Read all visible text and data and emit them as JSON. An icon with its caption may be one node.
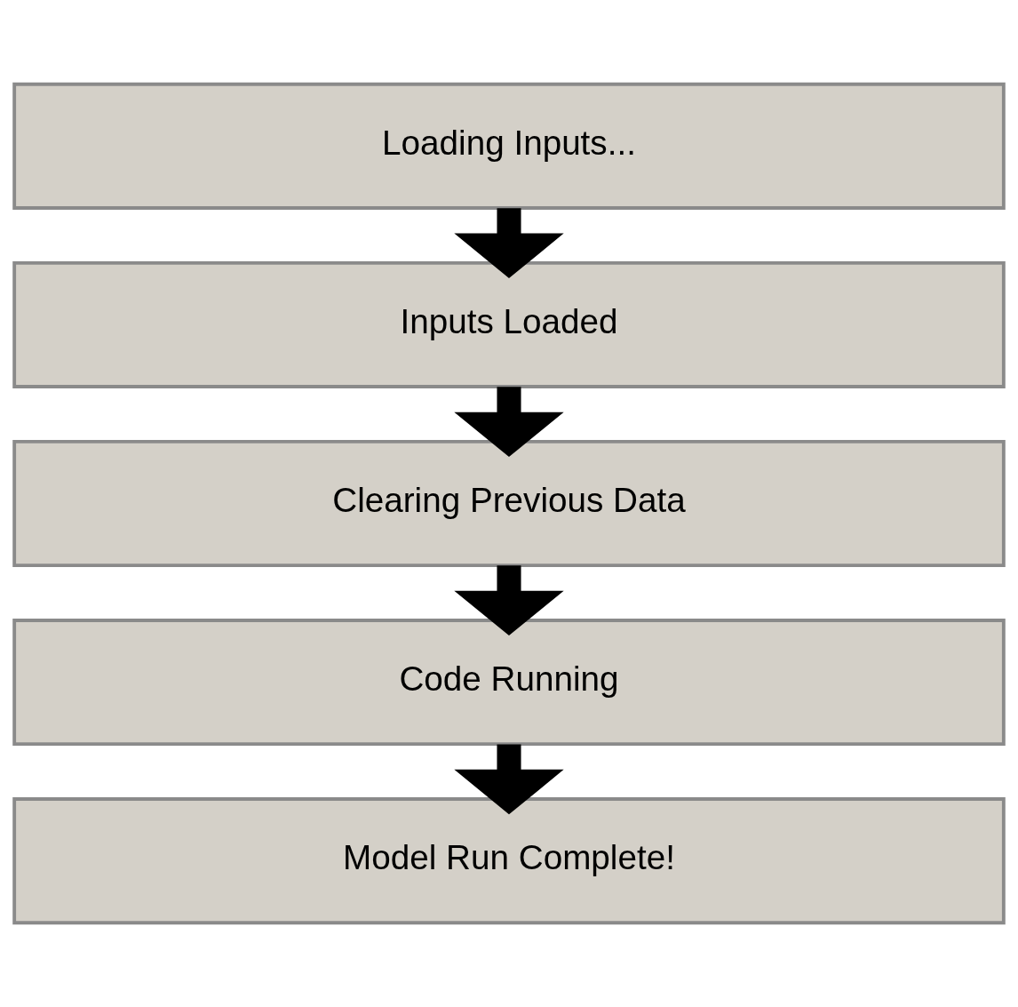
{
  "diagram": {
    "nodes": [
      {
        "text": [
          "Loading Inputs..."
        ]
      },
      {
        "text": [
          "Inputs Loaded"
        ]
      },
      {
        "text": [
          "Clearing Previous Data"
        ]
      },
      {
        "text": [
          "Code Running"
        ]
      },
      {
        "text": [
          "Model Run Complete!"
        ]
      }
    ],
    "edges": [
      {
        "from": 0,
        "to": 1,
        "arrow": "to"
      },
      {
        "from": 1,
        "to": 2,
        "arrow": "to"
      },
      {
        "from": 2,
        "to": 3,
        "arrow": "to"
      },
      {
        "from": 3,
        "to": 4,
        "arrow": "to"
      }
    ]
  }
}
